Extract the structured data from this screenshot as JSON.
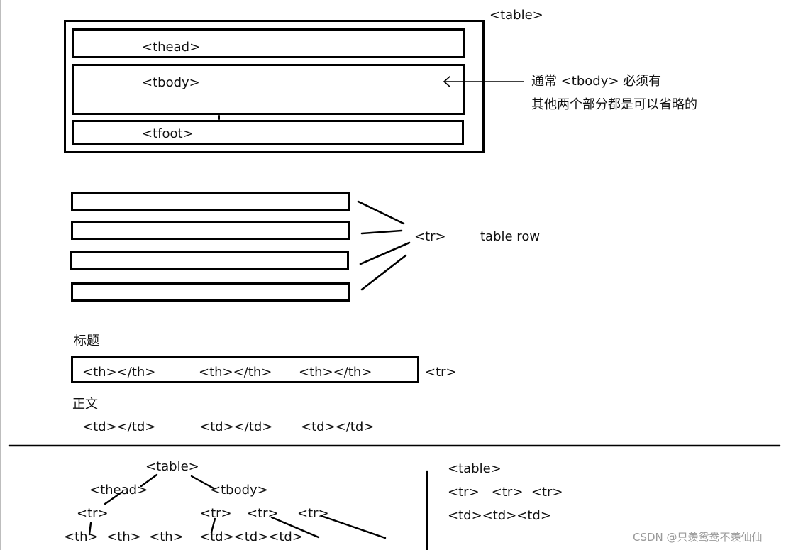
{
  "table_structure": {
    "table_label": "<table>",
    "thead_label": "<thead>",
    "tbody_label": "<tbody>",
    "tfoot_label": "<tfoot>",
    "note_line1": "通常 <tbody> 必须有",
    "note_line2": "其他两个部分都是可以省略的"
  },
  "rows": {
    "tr_label": "<tr>",
    "description": "table row"
  },
  "header_section": {
    "title": "标题",
    "th_cells": [
      "<th></th>",
      "<th></th>",
      "<th></th>"
    ],
    "tr_label": "<tr>"
  },
  "body_section": {
    "title": "正文",
    "td_cells": [
      "<td></td>",
      "<td></td>",
      "<td></td>"
    ]
  },
  "tree": {
    "table": "<table>",
    "thead": "<thead>",
    "tbody": "<tbody>",
    "tr_thead": "<tr>",
    "tr_body": [
      "<tr>",
      "<tr>",
      "<tr>"
    ],
    "th_row": "<th>  <th>  <th>",
    "td_row": "<td><td><td>"
  },
  "summary": {
    "line1": "<table>",
    "line2": "<tr>   <tr>  <tr>",
    "line3": "<td><td><td>"
  },
  "watermark": "CSDN @只羡鸳鸯不羡仙仙"
}
